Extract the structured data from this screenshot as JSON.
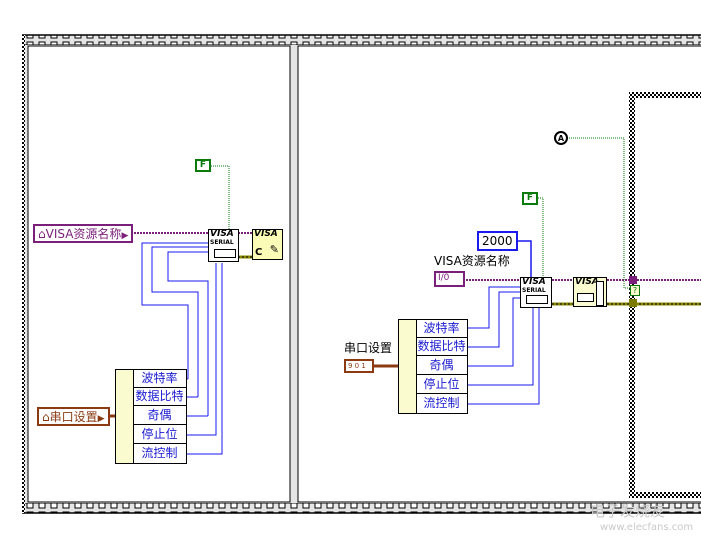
{
  "frames": [
    {
      "name": "frame-1",
      "visa_resource_control": {
        "label": "VISA资源名称",
        "icon": "home-icon"
      },
      "serial_settings_control": {
        "label": "串口设置",
        "icon": "home-icon"
      },
      "enable_termination_constant": "F",
      "configure_vi": {
        "title": "VISA",
        "subtitle": "SERIAL"
      },
      "close_vi": {
        "title": "VISA",
        "glyph": "C"
      },
      "unbundle_fields": [
        "波特率",
        "数据比特",
        "奇偶",
        "停止位",
        "流控制"
      ]
    },
    {
      "name": "frame-2",
      "visa_resource_label": "VISA资源名称",
      "visa_resource_terminal": "I/0",
      "serial_settings_label": "串口设置",
      "serial_settings_terminal": "9 0 1",
      "timeout_constant": "2000",
      "enable_termination_constant": "F",
      "configure_vi": {
        "title": "VISA",
        "subtitle": "SERIAL"
      },
      "second_vi": {
        "title": "VISA"
      },
      "tunnel_query": "?",
      "unbundle_fields": [
        "波特率",
        "数据比特",
        "奇偶",
        "停止位",
        "流控制"
      ]
    }
  ],
  "watermark": {
    "brand": "电子发烧友",
    "url": "www.elecfans.com"
  },
  "colors": {
    "visa_wire": "#7a1f7a",
    "int_wire": "#1a1af0",
    "bool_wire": "#0a7a0a",
    "error_wire": "#8a8a00",
    "cluster_wire": "#8b3a12"
  }
}
